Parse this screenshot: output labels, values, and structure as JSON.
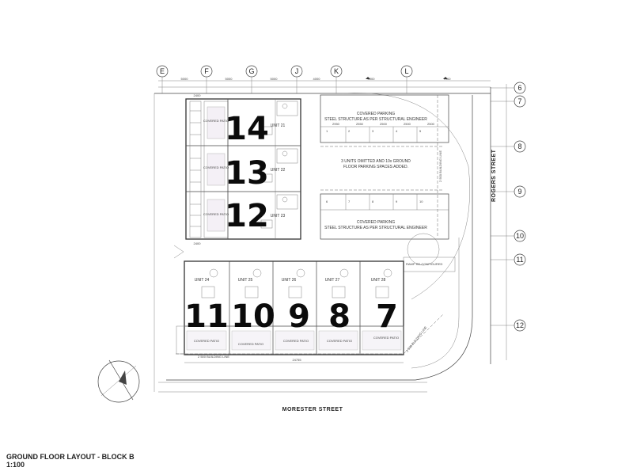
{
  "grid": {
    "cols": [
      "E",
      "F",
      "G",
      "J",
      "K",
      "L"
    ],
    "rows": [
      "6",
      "7",
      "8",
      "9",
      "10",
      "11",
      "12"
    ]
  },
  "dims_top": [
    "5000",
    "5000",
    "5000",
    "4000",
    "5000",
    "7000"
  ],
  "upper_units": [
    {
      "unit": "UNIT 21",
      "patio": "COVERED PATIO",
      "marker": "14"
    },
    {
      "unit": "UNIT 22",
      "patio": "COVERED PATIO",
      "marker": "13"
    },
    {
      "unit": "UNIT 23",
      "patio": "COVERED PATIO",
      "marker": "12"
    }
  ],
  "lower_units": [
    {
      "unit": "UNIT 24",
      "patio": "COVERED PATIO",
      "marker": "11"
    },
    {
      "unit": "UNIT 25",
      "patio": "COVERED PATIO",
      "marker": "10"
    },
    {
      "unit": "UNIT 26",
      "patio": "COVERED PATIO",
      "marker": "9"
    },
    {
      "unit": "UNIT 27",
      "patio": "COVERED PATIO",
      "marker": "8"
    },
    {
      "unit": "UNIT 28",
      "patio": "COVERED PATIO",
      "marker": "7"
    }
  ],
  "parking": {
    "top_title_1": "COVERED PARKING",
    "top_title_2": "STEEL STRUCTURE AS PER STRUCTURAL ENGINEER",
    "middle_1": "3 UNITS OMITTED AND 10x GROUND",
    "middle_2": "FLOOR PARKING SPACES ADDED.",
    "bottom_title_1": "COVERED PARKING",
    "bottom_title_2": "STEEL STRUCTURE AS PER STRUCTURAL ENGINEER",
    "bay_numbers_top": [
      "1",
      "2",
      "3",
      "4",
      "5"
    ],
    "bay_numbers_bottom": [
      "6",
      "7",
      "8",
      "9",
      "10"
    ],
    "bay_dims": [
      "2950",
      "2550",
      "2500",
      "2500",
      "2500"
    ]
  },
  "ramp_label": "RAMP RE-CONFIGURED",
  "building_line_label": "2 500 BUILDING LINE",
  "building_line_label_side": "2 500 BUILDING LINE",
  "building_line_label_lower_right": "2 500 BUILDING LINE",
  "overall_dim": "24755",
  "dims_left": [
    "2400",
    "2400"
  ],
  "streets": {
    "bottom": "MORESTER STREET",
    "right": "ROGERS STREET"
  },
  "title": {
    "line1": "GROUND FLOOR LAYOUT - BLOCK B",
    "line2": "1:100"
  }
}
